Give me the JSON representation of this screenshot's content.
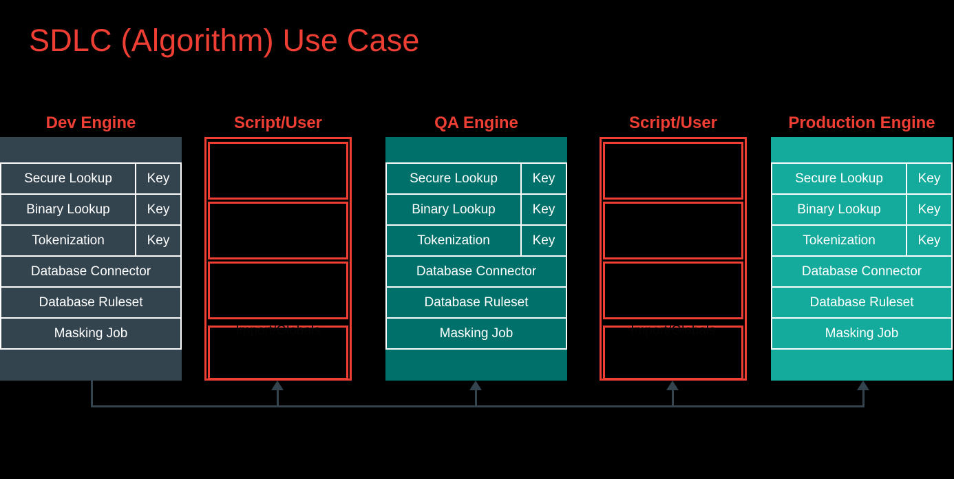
{
  "page": {
    "title": "SDLC (Algorithm) Use Case",
    "background": "#000000"
  },
  "colors": {
    "accent_red": "#ef3e33",
    "dev_engine": "#33444f",
    "qa_engine": "#00706b",
    "production_engine": "#14ab9d",
    "border": "#ffffff",
    "connector": "#33444f"
  },
  "columns": [
    {
      "id": "dev-engine",
      "type": "engine",
      "header": "Dev Engine",
      "color": "#33444f",
      "rows": [
        {
          "label": "Secure Lookup",
          "key": "Key"
        },
        {
          "label": "Binary Lookup",
          "key": "Key"
        },
        {
          "label": "Tokenization",
          "key": "Key"
        },
        {
          "label": "Database Connector",
          "key": null
        },
        {
          "label": "Database Ruleset",
          "key": null
        },
        {
          "label": "Masking Job",
          "key": null
        }
      ]
    },
    {
      "id": "script-user-1",
      "type": "script",
      "header": "Script/User",
      "color": "#ef3e33",
      "boxes": [
        "",
        "",
        "",
        ""
      ],
      "obscured_label": "Import/Globals"
    },
    {
      "id": "qa-engine",
      "type": "engine",
      "header": "QA Engine",
      "color": "#00706b",
      "rows": [
        {
          "label": "Secure Lookup",
          "key": "Key"
        },
        {
          "label": "Binary Lookup",
          "key": "Key"
        },
        {
          "label": "Tokenization",
          "key": "Key"
        },
        {
          "label": "Database Connector",
          "key": null
        },
        {
          "label": "Database Ruleset",
          "key": null
        },
        {
          "label": "Masking Job",
          "key": null
        }
      ]
    },
    {
      "id": "script-user-2",
      "type": "script",
      "header": "Script/User",
      "color": "#ef3e33",
      "boxes": [
        "",
        "",
        "",
        ""
      ],
      "obscured_label": "Import/Globals"
    },
    {
      "id": "production-engine",
      "type": "engine",
      "header": "Production Engine",
      "color": "#14ab9d",
      "rows": [
        {
          "label": "Secure Lookup",
          "key": "Key"
        },
        {
          "label": "Binary Lookup",
          "key": "Key"
        },
        {
          "label": "Tokenization",
          "key": "Key"
        },
        {
          "label": "Database Connector",
          "key": null
        },
        {
          "label": "Database Ruleset",
          "key": null
        },
        {
          "label": "Masking Job",
          "key": null
        }
      ]
    }
  ],
  "flow": {
    "source": "dev-engine",
    "targets": [
      "script-user-1",
      "qa-engine",
      "script-user-2",
      "production-engine"
    ]
  }
}
